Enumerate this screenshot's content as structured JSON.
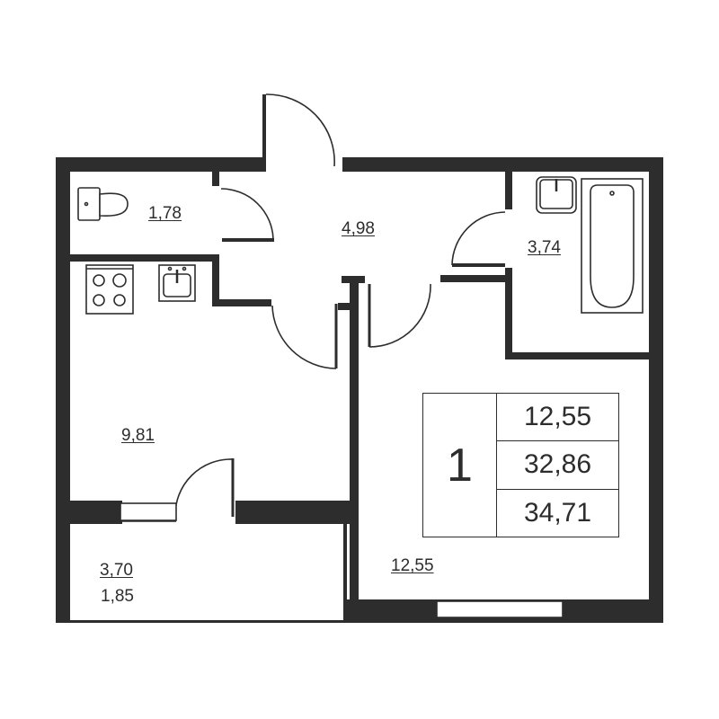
{
  "plan": {
    "rooms": [
      {
        "id": "wc",
        "name": "toilet",
        "area": "1,78"
      },
      {
        "id": "hall",
        "name": "hallway",
        "area": "4,98"
      },
      {
        "id": "bath",
        "name": "bathroom",
        "area": "3,74"
      },
      {
        "id": "kitchen",
        "name": "kitchen",
        "area": "9,81"
      },
      {
        "id": "living",
        "name": "living-room",
        "area": "12,55"
      },
      {
        "id": "balcony",
        "name": "balcony",
        "area": "3,70",
        "area_reduced": "1,85"
      }
    ],
    "summary": {
      "rooms_count": "1",
      "living_area": "12,55",
      "total_area": "32,86",
      "total_area_with_balcony": "34,71"
    },
    "colors": {
      "wall": "#2d2d2d",
      "background": "#ffffff"
    }
  }
}
